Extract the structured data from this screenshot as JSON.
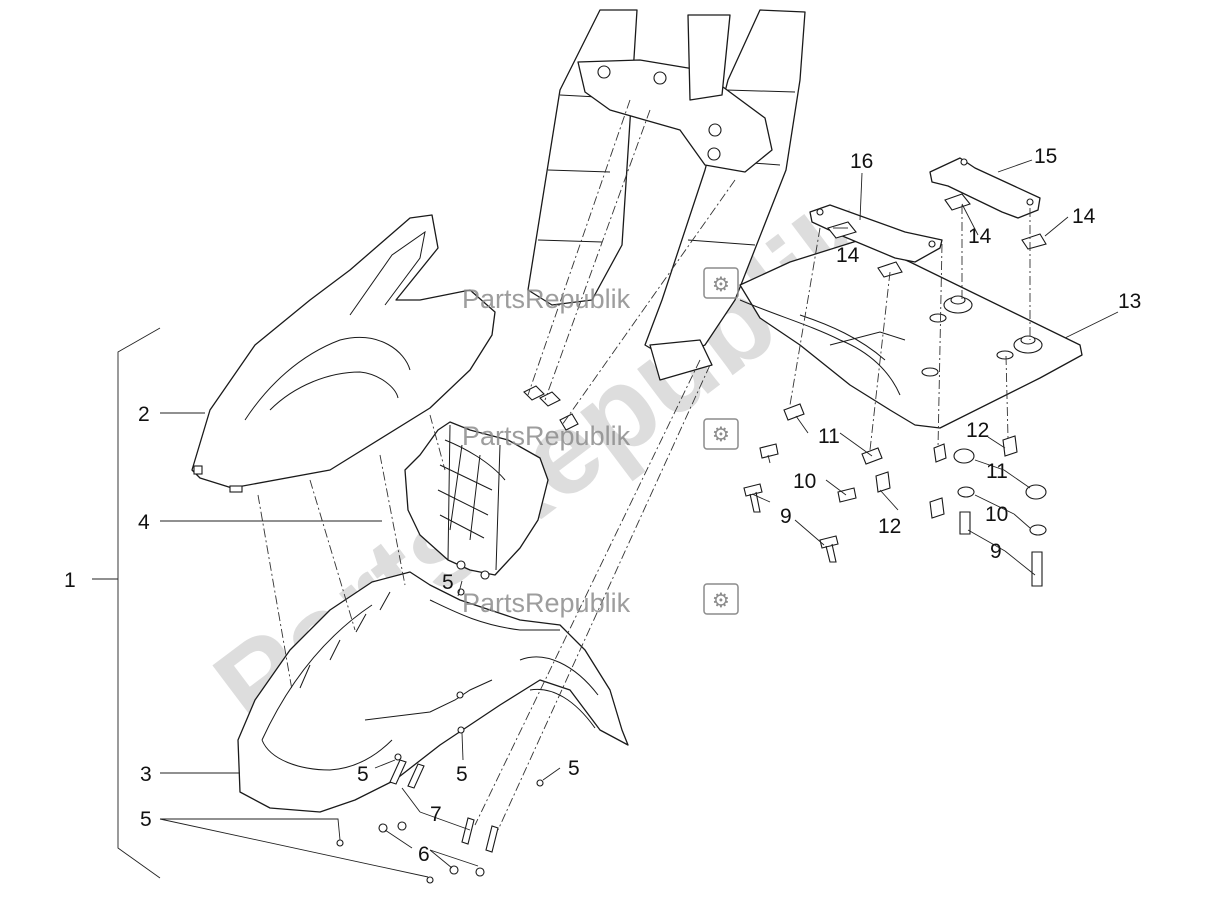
{
  "callouts": [
    {
      "id": "c1",
      "label": "1"
    },
    {
      "id": "c2",
      "label": "2"
    },
    {
      "id": "c3",
      "label": "3"
    },
    {
      "id": "c4",
      "label": "4"
    },
    {
      "id": "c5a",
      "label": "5"
    },
    {
      "id": "c5b",
      "label": "5"
    },
    {
      "id": "c5c",
      "label": "5"
    },
    {
      "id": "c5d",
      "label": "5"
    },
    {
      "id": "c5e",
      "label": "5"
    },
    {
      "id": "c6",
      "label": "6"
    },
    {
      "id": "c7",
      "label": "7"
    },
    {
      "id": "c9a",
      "label": "9"
    },
    {
      "id": "c9b",
      "label": "9"
    },
    {
      "id": "c10a",
      "label": "10"
    },
    {
      "id": "c10b",
      "label": "10"
    },
    {
      "id": "c11a",
      "label": "11"
    },
    {
      "id": "c11b",
      "label": "11"
    },
    {
      "id": "c12a",
      "label": "12"
    },
    {
      "id": "c12b",
      "label": "12"
    },
    {
      "id": "c13",
      "label": "13"
    },
    {
      "id": "c14a",
      "label": "14"
    },
    {
      "id": "c14b",
      "label": "14"
    },
    {
      "id": "c14c",
      "label": "14"
    },
    {
      "id": "c15",
      "label": "15"
    },
    {
      "id": "c16",
      "label": "16"
    }
  ],
  "watermark": {
    "small_text": "PartsRepublik",
    "big_text": "PartsRepublik"
  }
}
